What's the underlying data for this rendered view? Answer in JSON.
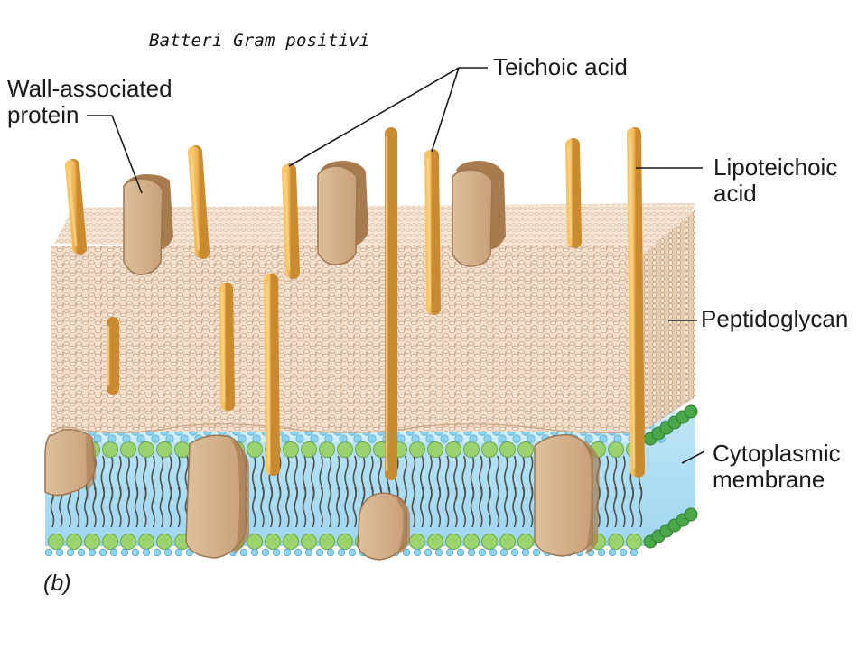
{
  "header": {
    "subtitle": "Batteri Gram positivi"
  },
  "labels": {
    "wall_associated_protein": "Wall-associated\nprotein",
    "teichoic_acid": "Teichoic acid",
    "lipoteichoic_acid": "Lipoteichoic\nacid",
    "peptidoglycan": "Peptidoglycan",
    "cytoplasmic_membrane": "Cytoplasmic\nmembrane"
  },
  "panel_label": "(b)",
  "colors": {
    "peptidoglycan_fill": "#f2dcc6",
    "peptidoglycan_mesh": "#c9a789",
    "teichoic_rod": "#efb552",
    "teichoic_rod_dark": "#c9842c",
    "protein": "#d8b48f",
    "protein_dark": "#a77b4e",
    "membrane_fluid": "#a9dcf2",
    "lipid_head_green": "#9bd36f",
    "lipid_head_blue": "#8fd3ef",
    "lipid_tail": "#555555"
  }
}
